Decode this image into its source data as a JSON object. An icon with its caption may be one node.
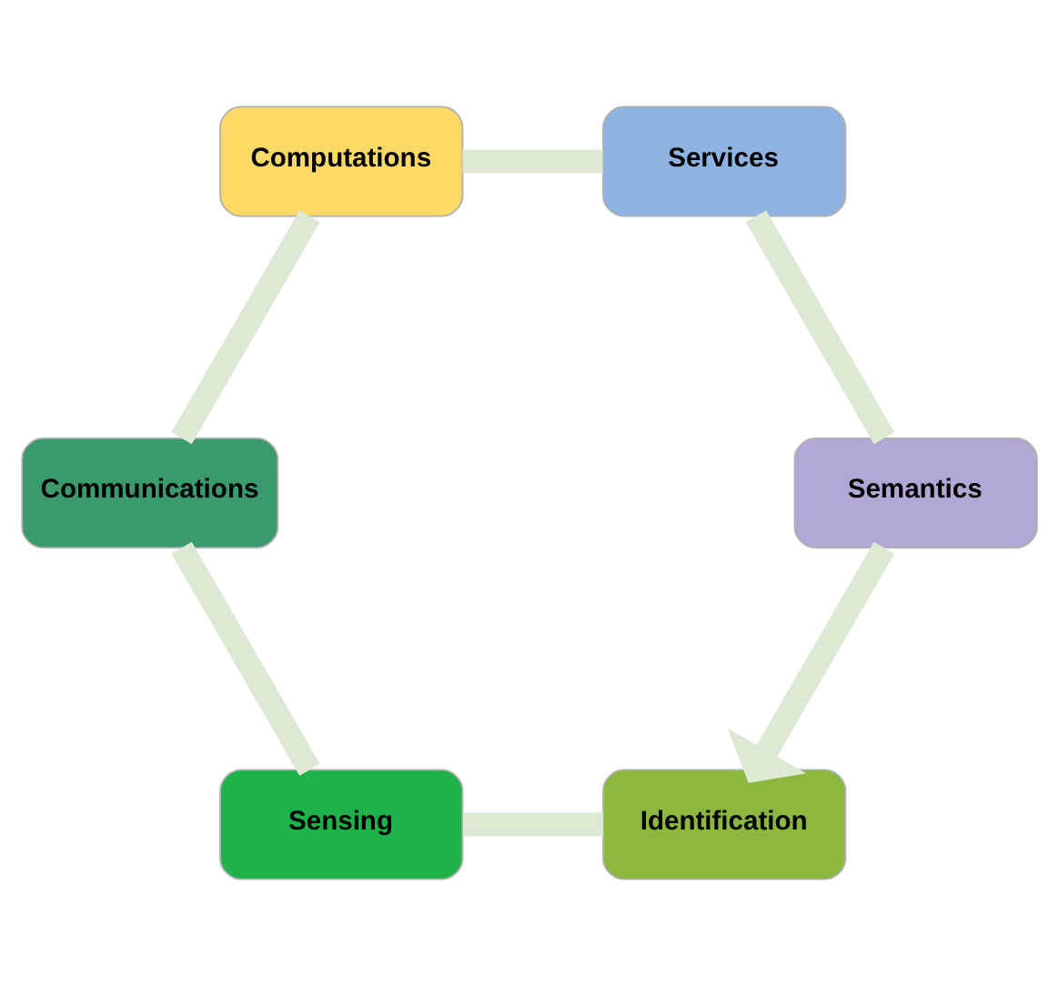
{
  "diagram": {
    "nodes": [
      {
        "text": [
          "Identification"
        ]
      },
      {
        "text": [
          "Sensing"
        ]
      },
      {
        "text": [
          "Communications"
        ]
      },
      {
        "text": [
          "Computations"
        ]
      },
      {
        "text": [
          "Services"
        ]
      },
      {
        "text": [
          "Semantics"
        ]
      }
    ],
    "edges": [
      {
        "from": 0,
        "to": 1,
        "arrow": "none"
      },
      {
        "from": 1,
        "to": 2,
        "arrow": "none"
      },
      {
        "from": 2,
        "to": 3,
        "arrow": "none"
      },
      {
        "from": 3,
        "to": 4,
        "arrow": "none"
      },
      {
        "from": 4,
        "to": 5,
        "arrow": "none"
      },
      {
        "from": 5,
        "to": 0,
        "arrow": "to"
      }
    ]
  }
}
